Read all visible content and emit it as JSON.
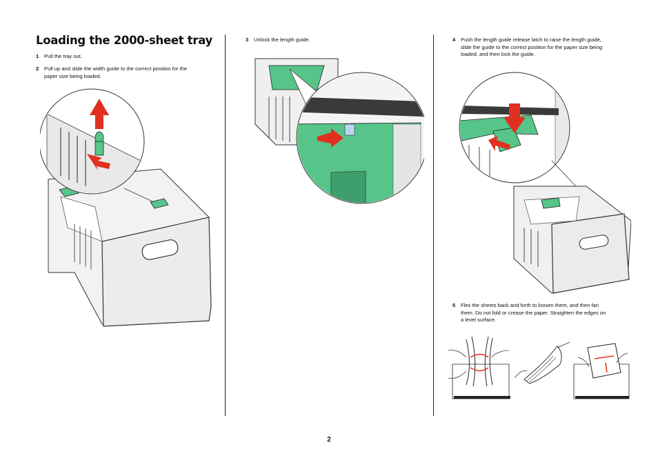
{
  "page": {
    "title": "Loading the 2000-sheet tray",
    "page_number": "2"
  },
  "steps": [
    {
      "number": "1",
      "lines": [
        "Pull the tray out."
      ]
    },
    {
      "number": "2",
      "lines": [
        "Pull up and slide the width guide to the correct position for the",
        "paper size being loaded."
      ]
    },
    {
      "number": "3",
      "lines": [
        "Unlock the length guide."
      ]
    },
    {
      "number": "4",
      "lines": [
        "Push the length guide release latch to raise the length guide,",
        "slide the guide to the correct position for the paper size being",
        "loaded, and then lock the guide."
      ]
    },
    {
      "number": "5",
      "lines": [
        "Flex the sheets back and forth to loosen them, and then fan",
        "them. Do not fold or crease the paper. Straighten the edges on",
        "a level surface."
      ]
    }
  ],
  "colors": {
    "guide_green": "#57c48a",
    "arrow_red": "#e1301f",
    "tray_gray": "#e6e6e6",
    "dark_gray": "#444444"
  },
  "icons": [
    "red-arrow-icon",
    "lock-icon"
  ]
}
